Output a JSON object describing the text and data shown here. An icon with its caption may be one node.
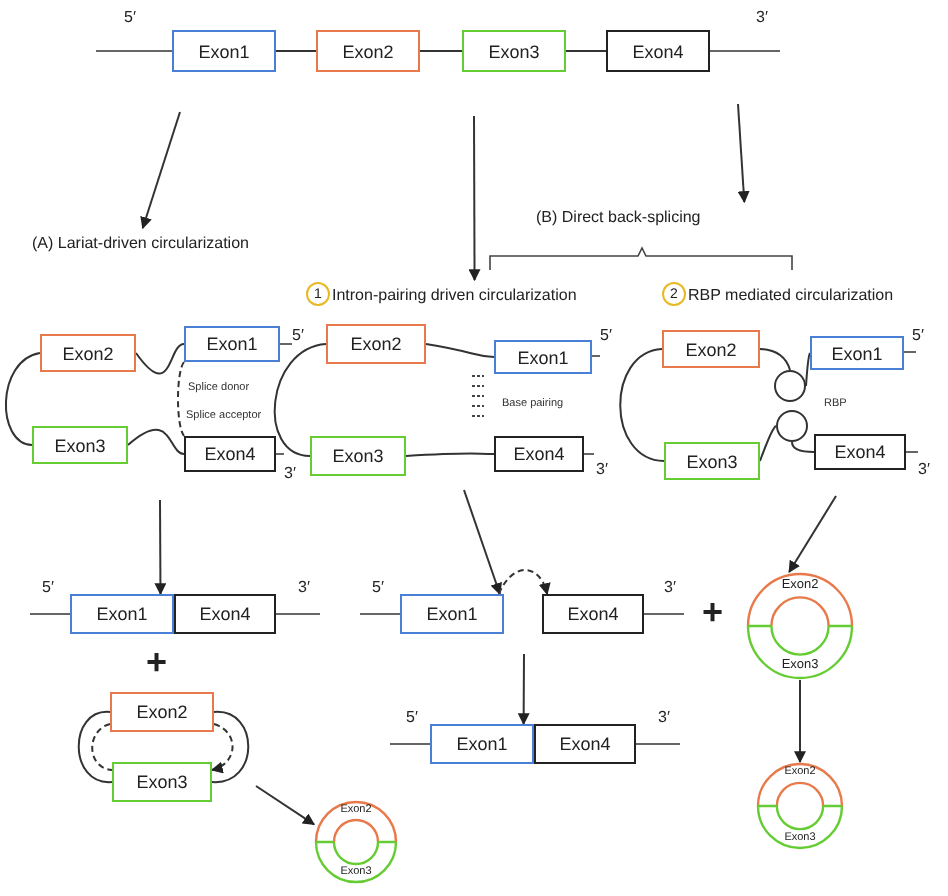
{
  "diagram": {
    "nodes": [
      {
        "text": [
          "Exon1"
        ],
        "beside": [
          "5′"
        ]
      },
      {
        "text": [
          "Exon2"
        ]
      },
      {
        "text": [
          "Exon3"
        ]
      },
      {
        "text": [
          "Exon4"
        ],
        "beside": [
          "3′"
        ]
      },
      {
        "text": [
          "(A) Lariat-driven circularization"
        ]
      },
      {
        "text": [
          "(B) Direct back-splicing"
        ]
      },
      {
        "text": [
          "Intron-pairing driven circularization"
        ]
      },
      {
        "text": [
          "RBP mediated circularization"
        ]
      },
      {
        "text": [
          "Exon2"
        ]
      },
      {
        "text": [
          "Exon1"
        ],
        "beside": [
          "5′"
        ]
      },
      {
        "text": [
          "Exon3"
        ]
      },
      {
        "text": [
          "Exon4"
        ],
        "beside": [
          "3′"
        ]
      },
      {
        "text": [
          "Exon2"
        ]
      },
      {
        "text": [
          "Exon1"
        ],
        "beside": [
          "5′"
        ]
      },
      {
        "text": [
          "Exon3"
        ]
      },
      {
        "text": [
          "Exon4"
        ],
        "beside": [
          "3′"
        ]
      },
      {
        "text": [
          "Exon2"
        ]
      },
      {
        "text": [
          "Exon1"
        ],
        "beside": [
          "5′"
        ]
      },
      {
        "text": [],
        "shape": "circle"
      },
      {
        "text": [],
        "shape": "circle"
      },
      {
        "text": [
          "Exon3"
        ]
      },
      {
        "text": [
          "Exon4"
        ],
        "beside": [
          "3′"
        ]
      },
      {
        "text": [
          "Exon1"
        ],
        "beside": [
          "5′"
        ]
      },
      {
        "text": [
          "Exon4"
        ],
        "beside": [
          "3′"
        ]
      },
      {
        "text": [
          "Exon1"
        ],
        "beside": [
          "5′"
        ]
      },
      {
        "text": [
          "Exon4"
        ],
        "beside": [
          "3′"
        ]
      },
      {
        "text": [
          "Exon2",
          "Exon3"
        ]
      },
      {
        "text": [
          "Exon2"
        ]
      },
      {
        "text": [
          "Exon3"
        ]
      },
      {
        "text": [
          "Exon1"
        ],
        "beside": [
          "5′"
        ]
      },
      {
        "text": [
          "Exon4"
        ],
        "beside": [
          "3′"
        ]
      },
      {
        "text": [
          "Exon2",
          "Exon3"
        ]
      },
      {
        "text": [
          "Exon2",
          "Exon3"
        ]
      }
    ],
    "edges": [
      {
        "from": 0,
        "to": 1,
        "arrow": "none"
      },
      {
        "from": 1,
        "to": 2,
        "arrow": "none"
      },
      {
        "from": 2,
        "to": 3,
        "arrow": "none"
      },
      {
        "from": null,
        "to": 4,
        "arrow": "to"
      },
      {
        "from": null,
        "to": 6,
        "arrow": "to"
      },
      {
        "from": null,
        "to": 5,
        "arrow": "to"
      },
      {
        "from": 8,
        "to": 10,
        "arrow": "none"
      },
      {
        "from": 8,
        "to": 9,
        "arrow": "none"
      },
      {
        "from": 10,
        "to": 11,
        "arrow": "none"
      },
      {
        "from": 12,
        "to": 14,
        "arrow": "none"
      },
      {
        "from": 12,
        "to": 13,
        "arrow": "none"
      },
      {
        "from": 14,
        "to": 15,
        "arrow": "none"
      },
      {
        "from": 16,
        "to": 20,
        "arrow": "none"
      },
      {
        "from": 16,
        "to": 18,
        "arrow": "none"
      },
      {
        "from": 18,
        "to": 17,
        "arrow": "none"
      },
      {
        "from": 20,
        "to": 19,
        "arrow": "none"
      },
      {
        "from": 19,
        "to": 21,
        "arrow": "none"
      },
      {
        "from": null,
        "to": 22,
        "arrow": "to"
      },
      {
        "from": null,
        "to": 24,
        "arrow": "to"
      },
      {
        "from": null,
        "to": 26,
        "arrow": "to"
      },
      {
        "from": 24,
        "to": 25,
        "arrow": "to",
        "style": "dashed"
      },
      {
        "from": 27,
        "to": 28,
        "arrow": "none"
      },
      {
        "from": 27,
        "to": 28,
        "arrow": "none"
      },
      {
        "from": 27,
        "to": 28,
        "arrow": "none",
        "style": "dashed"
      },
      {
        "from": 27,
        "to": 28,
        "arrow": "to",
        "style": "dashed"
      },
      {
        "from": null,
        "to": 32,
        "arrow": "to"
      },
      {
        "from": null,
        "to": 29,
        "arrow": "to"
      },
      {
        "from": 26,
        "to": 31,
        "arrow": "to"
      },
      {
        "from": 9,
        "to": 11,
        "arrow": "none",
        "style": "dashed"
      }
    ],
    "labels": [
      "1",
      "2",
      "Splice donor",
      "Splice acceptor",
      "Base pairing",
      "RBP",
      "+",
      "+"
    ]
  }
}
